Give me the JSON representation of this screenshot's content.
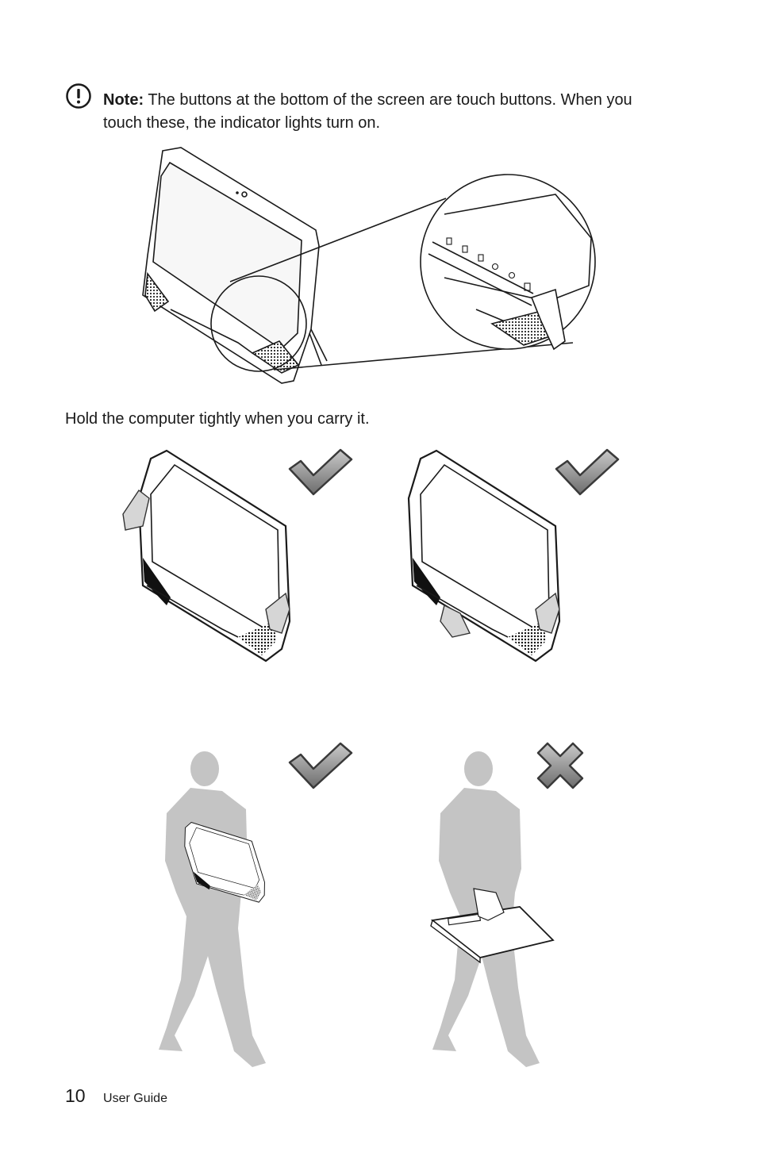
{
  "note": {
    "icon": "exclamation-circle-icon",
    "label": "Note:",
    "text": "The buttons at the bottom of the screen are touch buttons. When you touch these, the indicator lights turn on."
  },
  "instruction": "Hold the computer tightly when you carry it.",
  "illustrations": {
    "touch_buttons": "computer-with-touch-buttons-zoom",
    "carry_correct_1": "check-mark-icon",
    "carry_correct_2": "check-mark-icon",
    "carry_correct_3": "check-mark-icon",
    "carry_wrong": "cross-mark-icon"
  },
  "colors": {
    "mark_fill": "#8c8c8c",
    "mark_stroke": "#3a3a3a",
    "silhouette": "#c4c4c4"
  },
  "footer": {
    "page_number": "10",
    "doc_title": "User Guide"
  }
}
